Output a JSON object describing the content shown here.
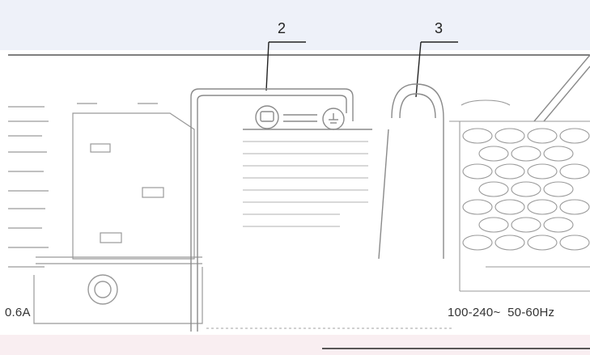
{
  "figure": {
    "callouts": [
      {
        "number": "2",
        "target": "power-inlet-socket"
      },
      {
        "number": "3",
        "target": "hang-loop"
      }
    ],
    "left_spec_label": "0.6A",
    "right_spec_label": "100-240~  50-60Hz"
  },
  "colors": {
    "top_band": "#eef1f9",
    "bottom_band": "#f9eef1",
    "line_art": "#8a8a8a",
    "callout_line": "#222222"
  }
}
